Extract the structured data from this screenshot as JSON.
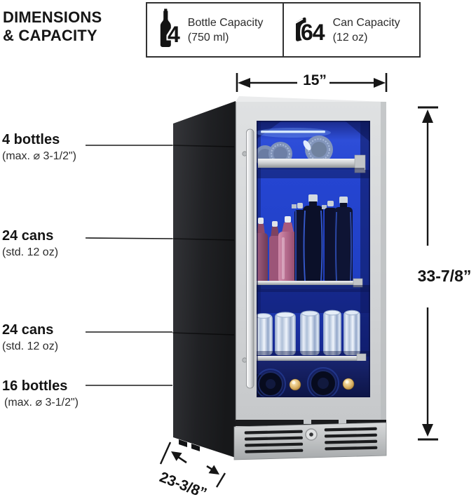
{
  "title": {
    "line1": "DIMENSIONS",
    "line2": "& CAPACITY"
  },
  "capacity_badges": {
    "bottle": {
      "icon": "wine-bottle-icon",
      "value": "4",
      "label": "Bottle Capacity",
      "sublabel": "(750 ml)"
    },
    "can": {
      "icon": "beverage-can-icon",
      "value": "64",
      "label": "Can Capacity",
      "sublabel": "(12 oz)"
    }
  },
  "dimensions": {
    "width": "15”",
    "height": "33-7/8”",
    "depth": "23-3/8”"
  },
  "shelf_labels": [
    {
      "title": "4 bottles",
      "subtitle": "(max. ⌀ 3-1/2\")"
    },
    {
      "title": "24 cans",
      "subtitle": "(std. 12 oz)"
    },
    {
      "title": "24 cans",
      "subtitle": "(std. 12 oz)"
    },
    {
      "title": "16 bottles",
      "subtitle": "(max. ⌀ 3-1/2\")"
    }
  ],
  "colors": {
    "interior_led_blue": "#2443cc",
    "stainless": "#d3d5d7",
    "cabinet_black": "#212225",
    "annotation_text": "#1a1a1a",
    "background": "#ffffff"
  }
}
